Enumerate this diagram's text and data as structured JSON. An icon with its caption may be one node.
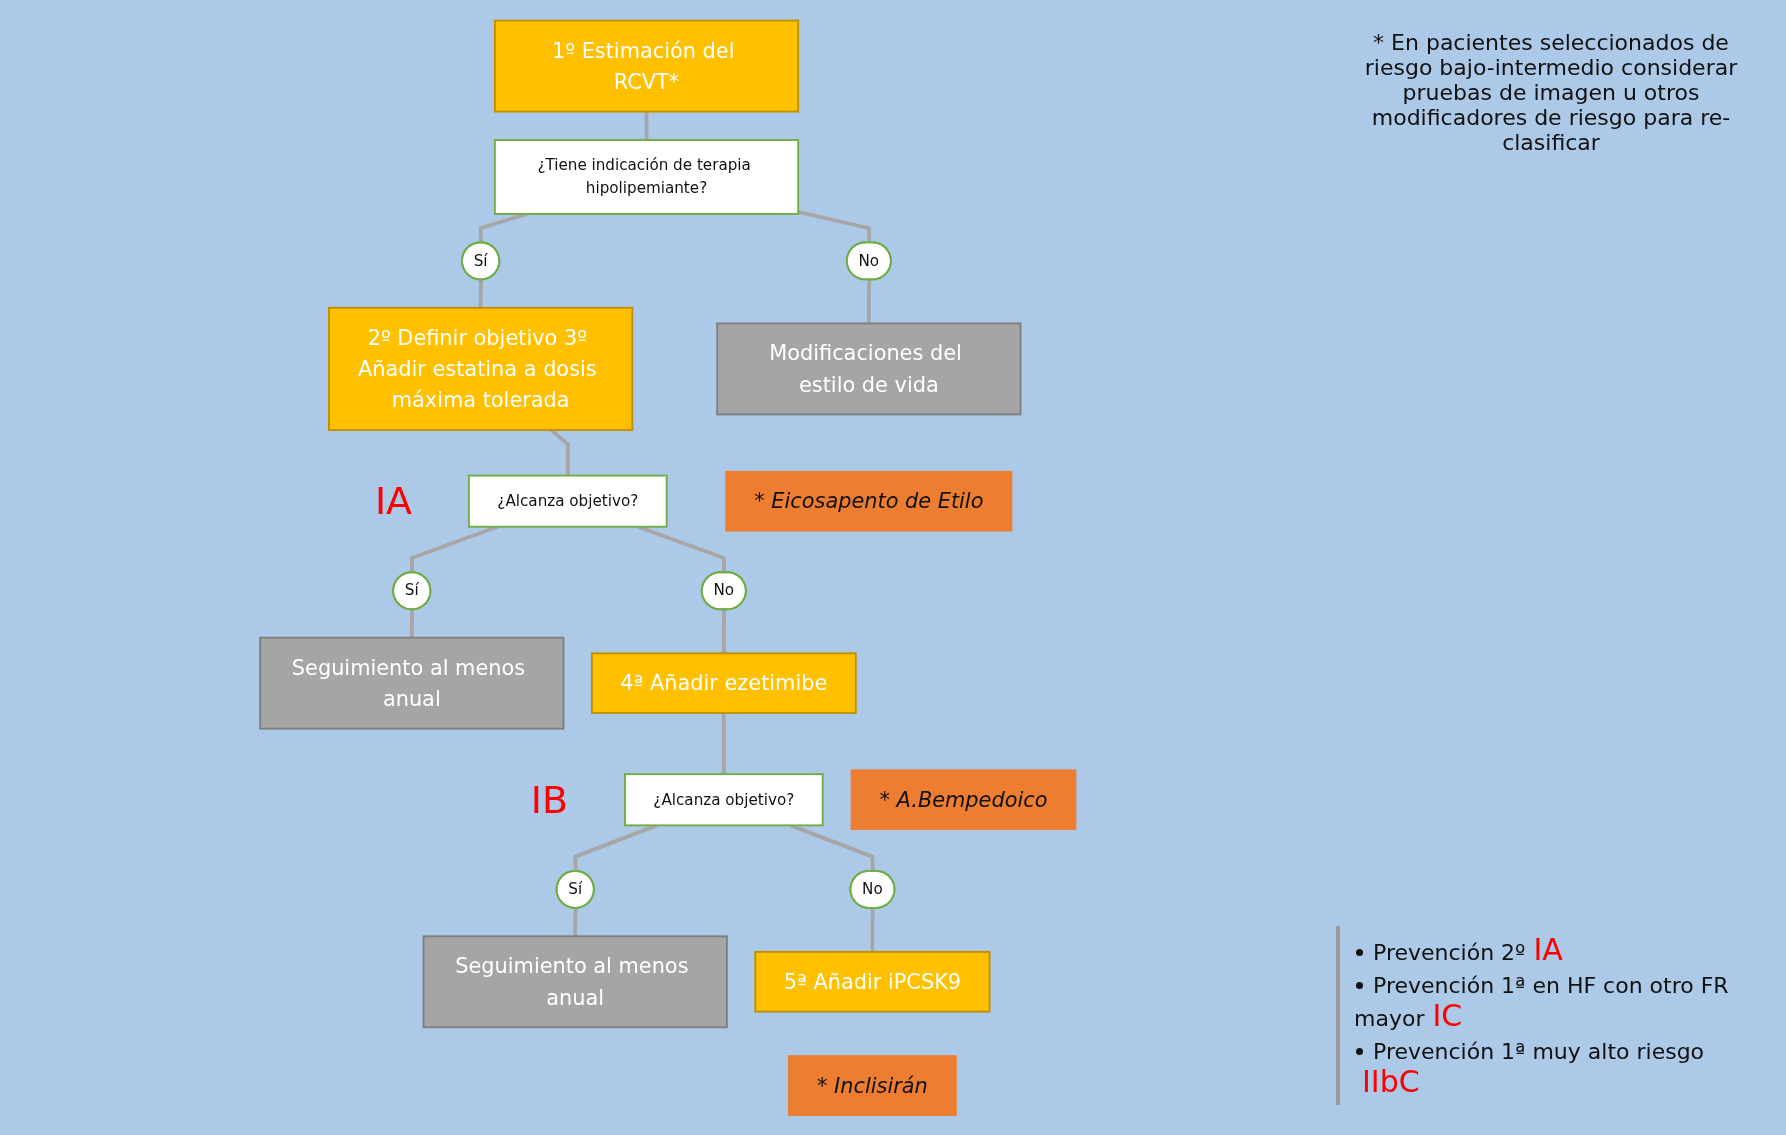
{
  "diagram": {
    "nodes": [
      {
        "text": [
          "1º Estimación del RCVT*"
        ]
      },
      {
        "text": [
          "¿Tiene indicación de terapia hipolipemiante?"
        ]
      },
      {
        "text": [
          "Sí"
        ]
      },
      {
        "text": [
          "2º Definir objetivo 3º Añadir estatina a dosis máxima tolerada"
        ],
        "beside": [
          "IA"
        ]
      },
      {
        "text": [
          "No"
        ]
      },
      {
        "text": [
          "Modificaciones del estilo de vida"
        ]
      },
      {
        "text": [
          "¿Alcanza objetivo?"
        ]
      },
      {
        "text": [
          "Sí"
        ]
      },
      {
        "text": [
          "Seguimiento al menos anual"
        ]
      },
      {
        "text": [
          "No"
        ]
      },
      {
        "text": [
          "4ª Añadir ezetimibe"
        ],
        "beside": [
          "IB"
        ]
      },
      {
        "text": [
          "¿Alcanza objetivo?"
        ]
      },
      {
        "text": [
          "Sí"
        ]
      },
      {
        "text": [
          "Seguimiento al menos anual"
        ]
      },
      {
        "text": [
          "No"
        ]
      },
      {
        "text": [
          "5ª Añadir iPCSK9"
        ]
      },
      {
        "text": [
          "* Eicosapento de Etilo"
        ]
      },
      {
        "text": [
          "* A.Bempedoico"
        ]
      },
      {
        "text": [
          "* Inclisirán"
        ]
      }
    ],
    "edges": [
      {
        "from": 0,
        "to": 1,
        "arrow": "none"
      },
      {
        "from": 1,
        "to": 2,
        "arrow": "none"
      },
      {
        "from": 1,
        "to": 4,
        "arrow": "none"
      },
      {
        "from": 2,
        "to": 3,
        "arrow": "none"
      },
      {
        "from": 4,
        "to": 5,
        "arrow": "none"
      },
      {
        "from": 3,
        "to": 6,
        "arrow": "none"
      },
      {
        "from": 6,
        "to": 7,
        "arrow": "none"
      },
      {
        "from": 6,
        "to": 9,
        "arrow": "none"
      },
      {
        "from": 7,
        "to": 8,
        "arrow": "none"
      },
      {
        "from": 9,
        "to": 10,
        "arrow": "none"
      },
      {
        "from": 10,
        "to": 11,
        "arrow": "none"
      },
      {
        "from": 11,
        "to": 12,
        "arrow": "none"
      },
      {
        "from": 11,
        "to": 14,
        "arrow": "none"
      },
      {
        "from": 12,
        "to": 13,
        "arrow": "none"
      },
      {
        "from": 14,
        "to": 15,
        "arrow": "none"
      }
    ],
    "labels": [
      "* En pacientes seleccionados de riesgo bajo-intermedio considerar pruebas de imagen u otros modificadores de riesgo para re-clasificar",
      "Prevención 2º",
      "IA",
      "Prevención 1ª en HF con otro FR mayor",
      "IC",
      "Prevención 1ª muy alto riesgo",
      "IIbC"
    ]
  }
}
